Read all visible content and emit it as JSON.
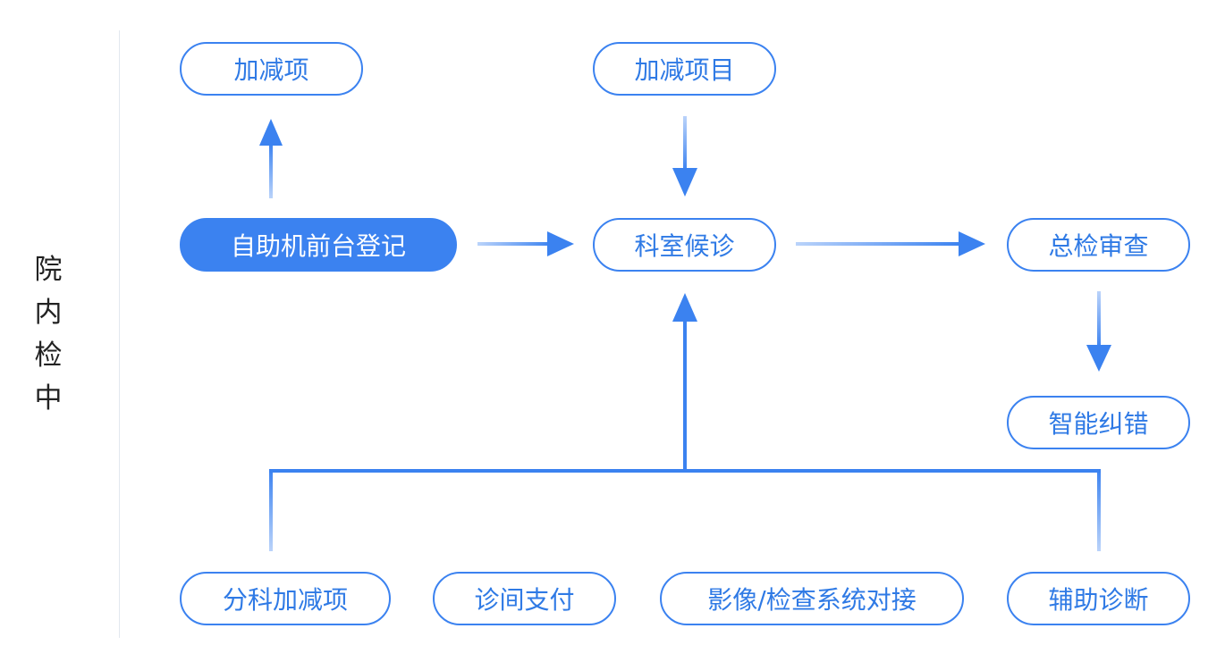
{
  "side_label": [
    "院",
    "内",
    "检",
    "中"
  ],
  "nodes": {
    "add_sub_item": "加减项",
    "add_sub_project": "加减项目",
    "self_service_register": "自助机前台登记",
    "dept_waiting": "科室候诊",
    "final_review": "总检审查",
    "smart_correction": "智能纠错",
    "dept_add_sub": "分科加减项",
    "consult_payment": "诊间支付",
    "imaging_system": "影像/检查系统对接",
    "assisted_diagnosis": "辅助诊断"
  },
  "colors": {
    "accent": "#3b82f0",
    "text_accent": "#2f7ae5",
    "divider": "#e2e8ef"
  }
}
